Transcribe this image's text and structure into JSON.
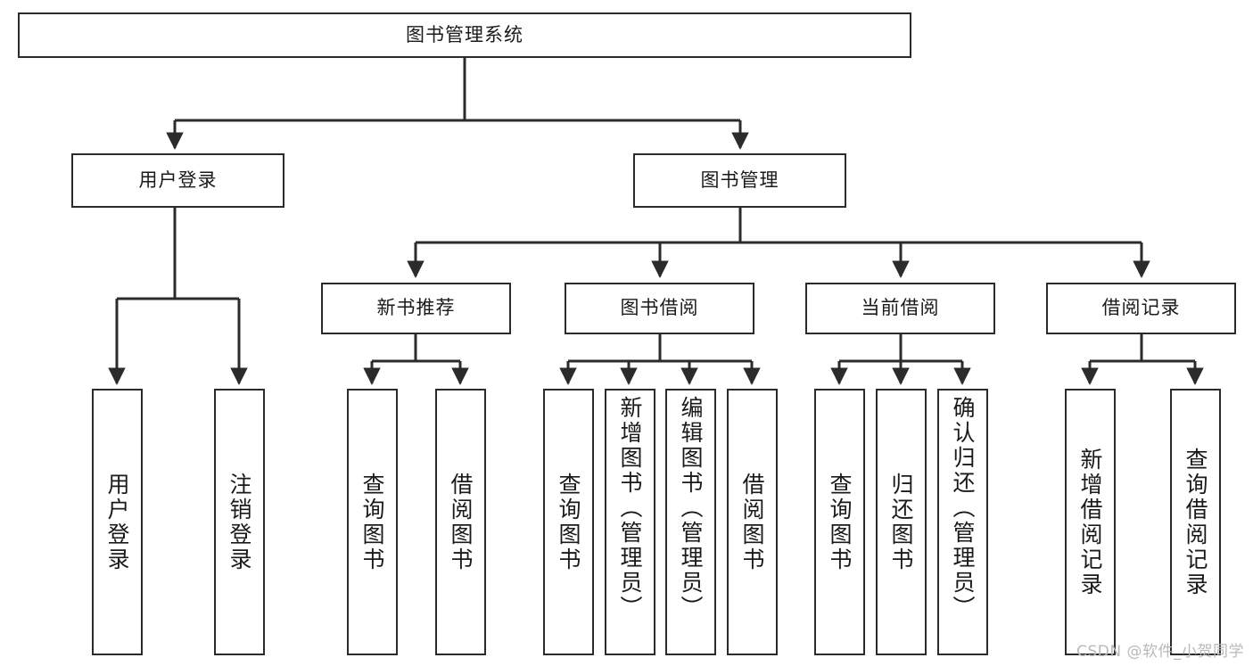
{
  "diagram": {
    "title": "图书管理系统",
    "type": "functional-structure-tree",
    "watermark": "CSDN @软件_小贺同学",
    "colors": {
      "stroke": "#2b2b2b",
      "fill": "#ffffff",
      "text": "#1a1a1a",
      "watermark": "#b9b9b9"
    },
    "levels": {
      "root": {
        "label": "图书管理系统"
      },
      "level1": [
        {
          "label": "用户登录"
        },
        {
          "label": "图书管理"
        }
      ],
      "level2": [
        {
          "label": "新书推荐"
        },
        {
          "label": "图书借阅"
        },
        {
          "label": "当前借阅"
        },
        {
          "label": "借阅记录"
        }
      ],
      "level3": {
        "user_login": [
          {
            "label": "用户登录"
          },
          {
            "label": "注销登录"
          }
        ],
        "new_book": [
          {
            "label": "查询图书"
          },
          {
            "label": "借阅图书"
          }
        ],
        "borrow_book": [
          {
            "label": "查询图书"
          },
          {
            "label": "新增图书（管理员）"
          },
          {
            "label": "编辑图书（管理员）"
          },
          {
            "label": "借阅图书"
          }
        ],
        "current_borrow": [
          {
            "label": "查询图书"
          },
          {
            "label": "归还图书"
          },
          {
            "label": "确认归还（管理员）"
          }
        ],
        "borrow_record": [
          {
            "label": "新增借阅记录"
          },
          {
            "label": "查询借阅记录"
          }
        ]
      }
    }
  }
}
